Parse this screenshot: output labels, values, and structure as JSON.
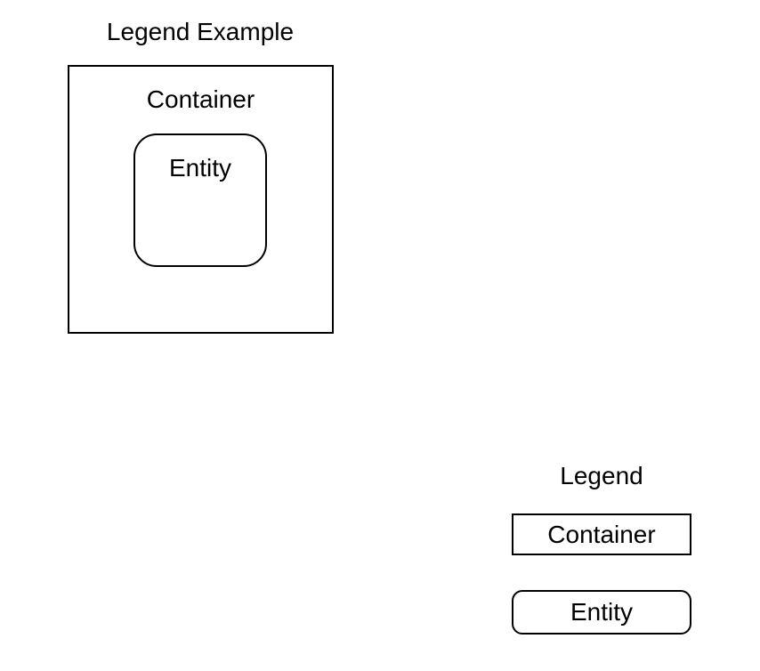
{
  "diagram": {
    "title": "Legend Example",
    "container": {
      "label": "Container",
      "entity": {
        "label": "Entity"
      }
    },
    "legend": {
      "title": "Legend",
      "items": [
        {
          "label": "Container",
          "shape": "rectangle"
        },
        {
          "label": "Entity",
          "shape": "rounded-rectangle"
        }
      ]
    },
    "colors": {
      "stroke": "#000000",
      "fill": "#ffffff",
      "text": "#000000",
      "background": "#ffffff"
    }
  }
}
